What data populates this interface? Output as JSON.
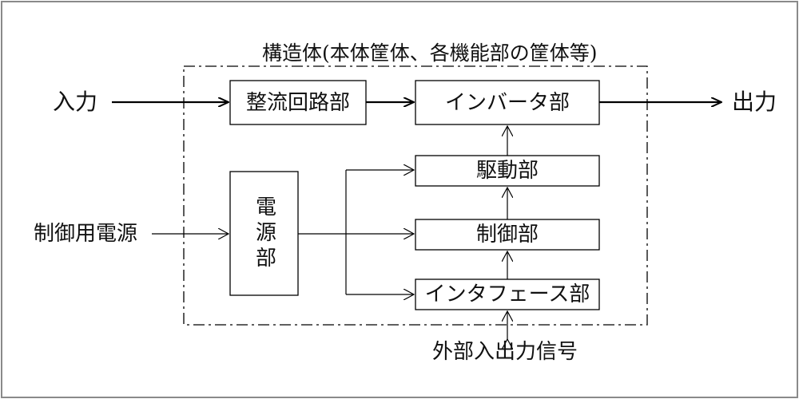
{
  "structure": {
    "label": "構造体(本体筐体、各機能部の筐体等)"
  },
  "external": {
    "input": "入力",
    "output": "出力",
    "control_power": "制御用電源",
    "external_io_signal": "外部入出力信号"
  },
  "blocks": {
    "rectifier": "整流回路部",
    "inverter": "インバータ部",
    "power_supply": "電源部",
    "drive": "駆動部",
    "control": "制御部",
    "interface": "インタフェース部"
  },
  "colors": {
    "line": "#000000",
    "frame": "#8a8a8a",
    "text": "#111111"
  }
}
